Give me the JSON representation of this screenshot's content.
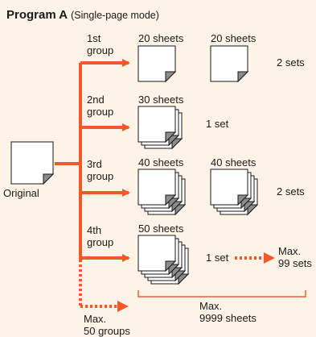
{
  "title": {
    "main": "Program A",
    "sub": "(Single-page mode)"
  },
  "original_label": "Original",
  "groups": [
    {
      "label": "1st\ngroup",
      "copy_sets": [
        {
          "sheets": "20 sheets"
        },
        {
          "sheets": "20 sheets"
        }
      ],
      "sets_label": "2 sets"
    },
    {
      "label": "2nd\ngroup",
      "copy_sets": [
        {
          "sheets": "30 sheets"
        }
      ],
      "sets_label": "1 set"
    },
    {
      "label": "3rd\ngroup",
      "copy_sets": [
        {
          "sheets": "40 sheets"
        },
        {
          "sheets": "40 sheets"
        }
      ],
      "sets_label": "2 sets"
    },
    {
      "label": "4th\ngroup",
      "copy_sets": [
        {
          "sheets": "50 sheets"
        }
      ],
      "sets_label": "1 set"
    }
  ],
  "max_sets": "Max.\n99 sets",
  "max_sheets": "Max.\n9999 sheets",
  "max_groups": "Max.\n50 groups",
  "colors": {
    "background": "#fdf3e6",
    "arrow": "#f05a28",
    "page_fold": "#8c8c8c",
    "text": "#1a1a1a"
  }
}
